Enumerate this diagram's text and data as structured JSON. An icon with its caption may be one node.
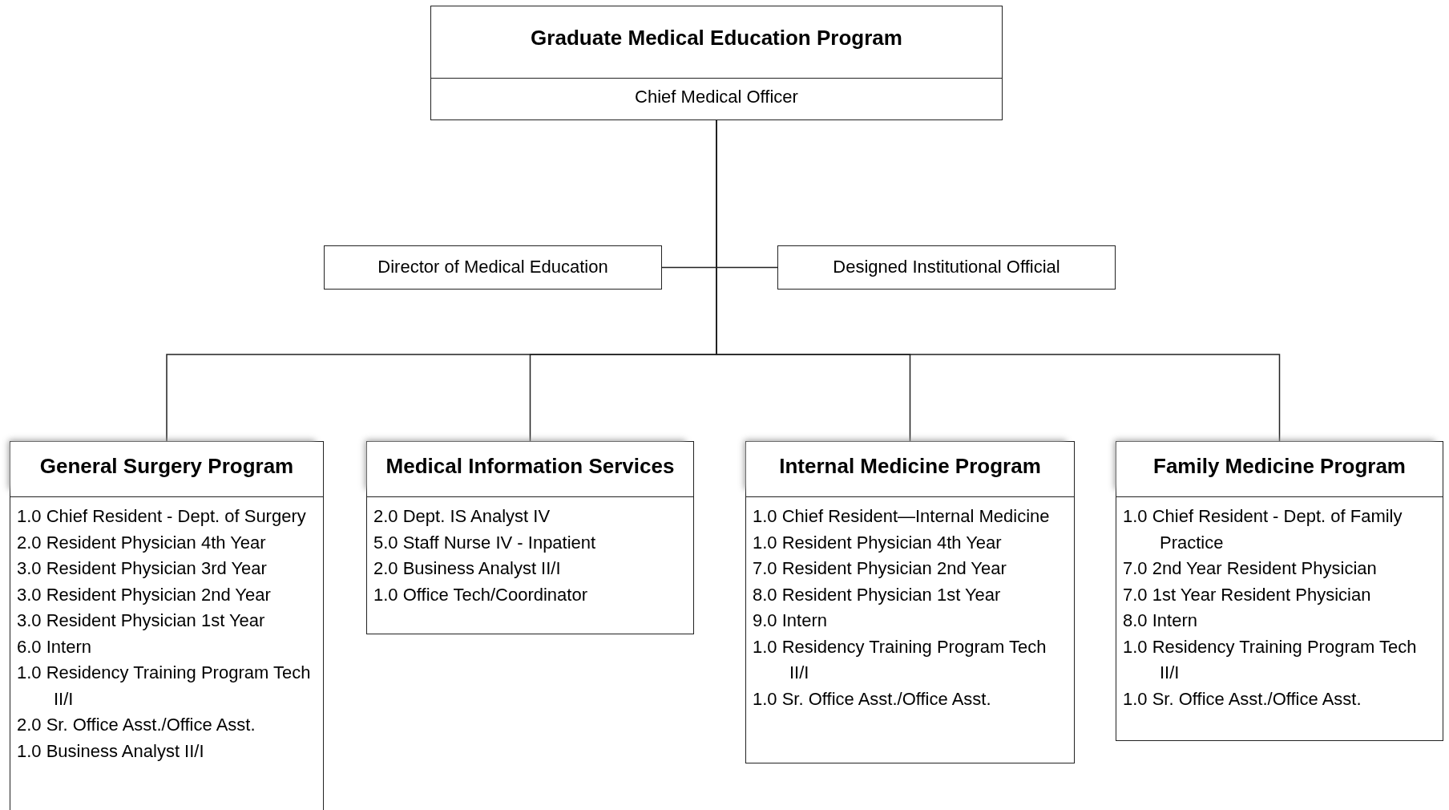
{
  "diagram": {
    "nodes": [
      {
        "text": [
          "Graduate Medical Education Program",
          "Chief Medical Officer"
        ]
      },
      {
        "text": [
          "Director of Medical Education"
        ]
      },
      {
        "text": [
          "Designed Institutional Official"
        ]
      },
      {
        "text": [
          "General Surgery Program",
          "1.0 Chief Resident - Dept. of Surgery",
          "2.0 Resident Physician 4th Year",
          "3.0 Resident Physician 3rd Year",
          "3.0 Resident Physician 2nd Year",
          "3.0 Resident Physician 1st Year",
          "6.0 Intern",
          "1.0 Residency Training Program Tech II/I",
          "2.0 Sr. Office Asst./Office Asst.",
          "1.0 Business Analyst II/I"
        ]
      },
      {
        "text": [
          "Medical Information Services",
          "2.0 Dept. IS Analyst IV",
          "5.0 Staff Nurse IV - Inpatient",
          "2.0 Business Analyst II/I",
          "1.0 Office Tech/Coordinator"
        ]
      },
      {
        "text": [
          "Internal Medicine Program",
          "1.0 Chief Resident—Internal Medicine",
          "1.0 Resident Physician 4th Year",
          "7.0 Resident Physician 2nd Year",
          "8.0 Resident Physician 1st Year",
          "9.0 Intern",
          "1.0 Residency Training Program Tech II/I",
          "1.0 Sr. Office Asst./Office Asst."
        ]
      },
      {
        "text": [
          "Family Medicine Program",
          "1.0 Chief Resident - Dept. of Family Practice",
          "7.0 2nd Year Resident Physician",
          "7.0 1st Year Resident Physician",
          "8.0 Intern",
          "1.0 Residency Training Program Tech II/I",
          "1.0 Sr. Office Asst./Office Asst."
        ]
      }
    ],
    "edges": [
      {
        "from": 0,
        "to": 1,
        "arrow": "none"
      },
      {
        "from": 0,
        "to": 2,
        "arrow": "none"
      },
      {
        "from": 0,
        "to": 3,
        "arrow": "none"
      },
      {
        "from": 0,
        "to": 4,
        "arrow": "none"
      },
      {
        "from": 0,
        "to": 5,
        "arrow": "none"
      },
      {
        "from": 0,
        "to": 6,
        "arrow": "none"
      }
    ]
  }
}
